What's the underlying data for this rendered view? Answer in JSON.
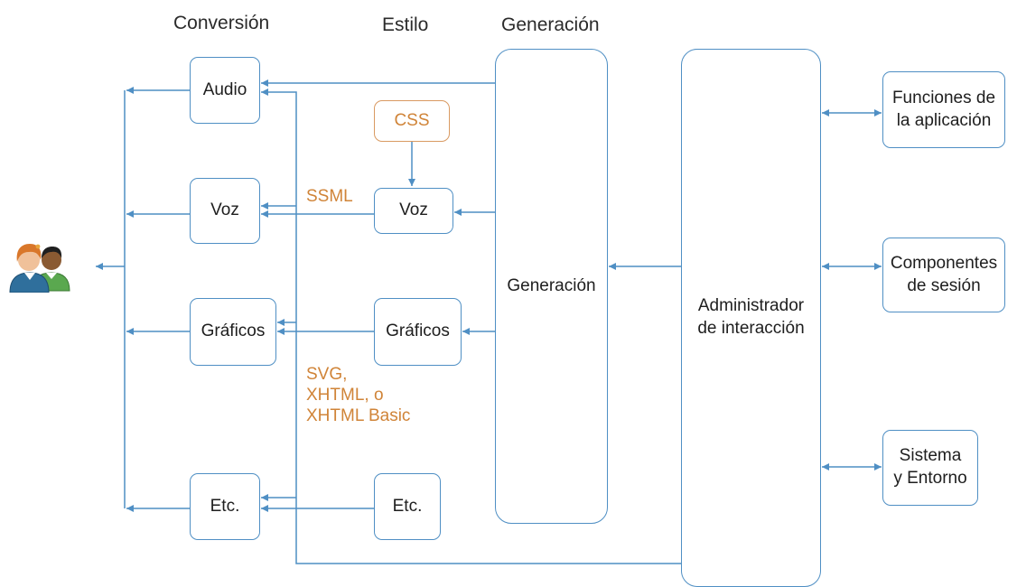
{
  "headers": {
    "conversion": "Conversión",
    "style": "Estilo",
    "generation": "Generación"
  },
  "boxes": {
    "conv_audio": "Audio",
    "conv_voz": "Voz",
    "conv_graficos": "Gráficos",
    "conv_etc": "Etc.",
    "style_css": "CSS",
    "style_voz": "Voz",
    "style_graficos": "Gráficos",
    "style_etc": "Etc.",
    "generation": "Generación",
    "interaction_manager": "Administrador\nde interacción",
    "app_functions": "Funciones de\nla aplicación",
    "session_components": "Componentes\nde sesión",
    "system_env": "Sistema\ny Entorno"
  },
  "annotations": {
    "ssml": "SSML",
    "graphics_formats": "SVG,\nXHTML, o\nXHTML Basic"
  },
  "colors": {
    "line": "#4f8fc4",
    "accent": "#d08438",
    "text": "#1e1e1e"
  },
  "icons": {
    "users": "users-icon"
  }
}
